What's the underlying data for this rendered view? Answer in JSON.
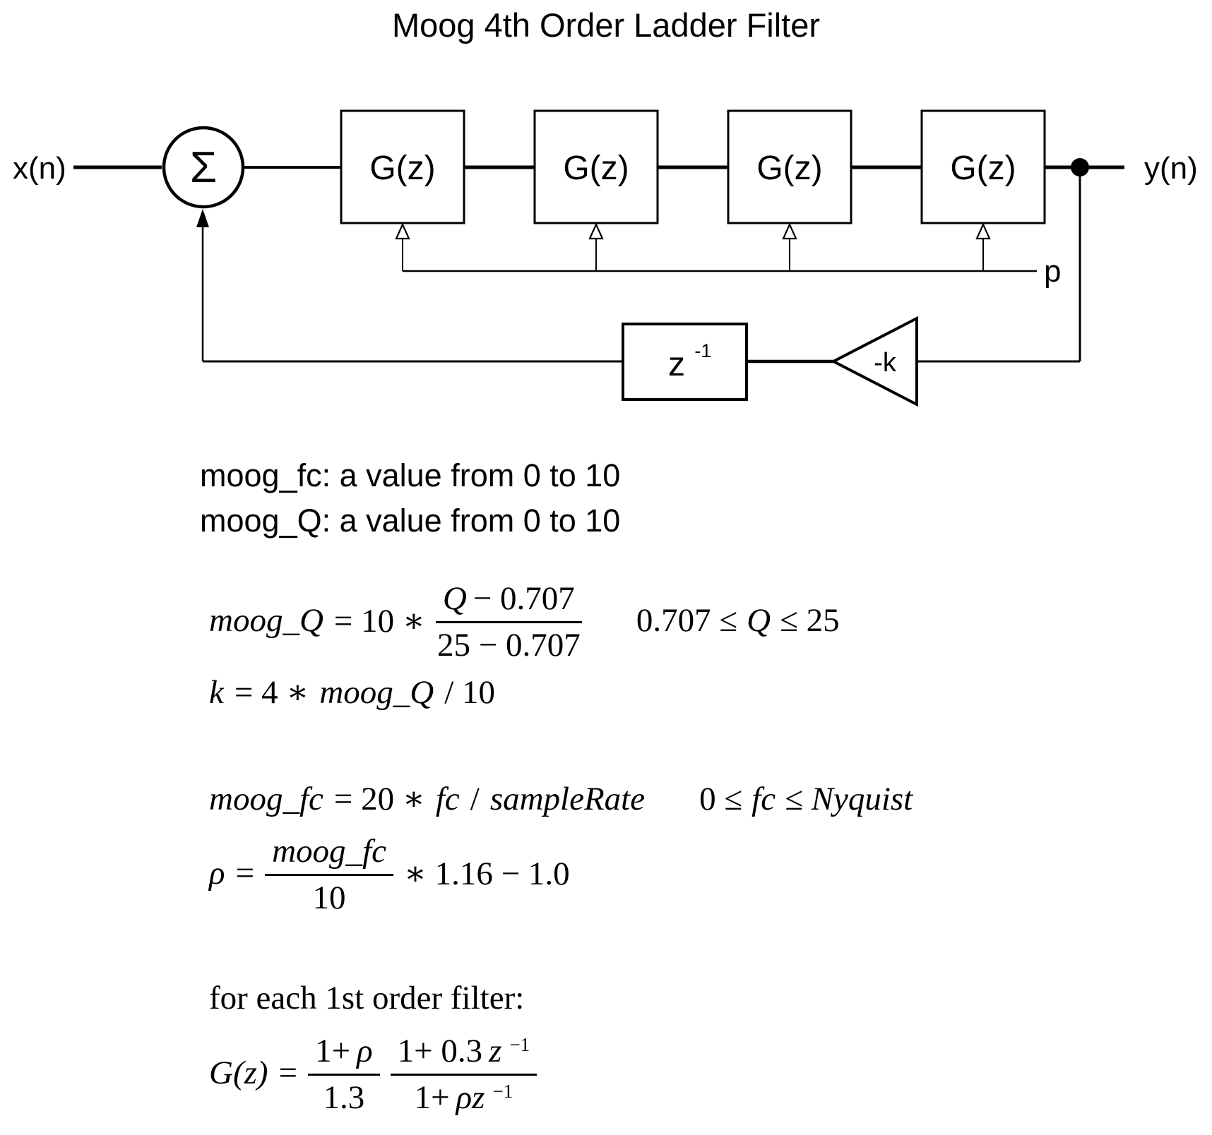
{
  "title": "Moog 4th Order Ladder Filter",
  "colors": {
    "ink": "#000000",
    "background": "#ffffff"
  },
  "diagram": {
    "input_label": "x(n)",
    "output_label": "y(n)",
    "sum_symbol": "Σ",
    "filter_blocks": [
      "G(z)",
      "G(z)",
      "G(z)",
      "G(z)"
    ],
    "delay_base": "z",
    "delay_exponent": "-1",
    "feedback_gain_label": "-k",
    "p_label": "p"
  },
  "params": [
    "moog_fc: a value from 0 to 10",
    "moog_Q: a value from 0 to 10"
  ],
  "formulas": {
    "moog_q": {
      "lhs": "moog_Q",
      "op": "= 10 ∗",
      "num_var": "Q",
      "num_rest": "− 0.707",
      "den": "25 − 0.707",
      "constraint_pre": "0.707 ≤",
      "constraint_var": "Q",
      "constraint_post": "≤ 25"
    },
    "k": {
      "lhs": "k",
      "op": "= 4 ∗",
      "var": "moog_Q",
      "post": "/ 10"
    },
    "moog_fc": {
      "lhs": "moog_fc",
      "op": "= 20 ∗",
      "var": "fc",
      "slash": "/",
      "var2": "sampleRate",
      "constraint_pre": "0 ≤",
      "constraint_var": "fc",
      "constraint_post": "≤ Nyquist"
    },
    "rho": {
      "lhs": "ρ",
      "eq": "=",
      "num": "moog_fc",
      "den": "10",
      "post": "∗ 1.16 − 1.0"
    },
    "first_order_intro": "for each 1st order filter:",
    "gz": {
      "lhs": "G(z)",
      "eq": "=",
      "f1_num_pre": "1+",
      "f1_num_var": "ρ",
      "f1_den": "1.3",
      "f2_num_pre": "1+ 0.3",
      "f2_num_var": "z",
      "f2_num_exp": "−1",
      "f2_den_pre": "1+",
      "f2_den_var": "ρz",
      "f2_den_exp": "−1"
    }
  }
}
